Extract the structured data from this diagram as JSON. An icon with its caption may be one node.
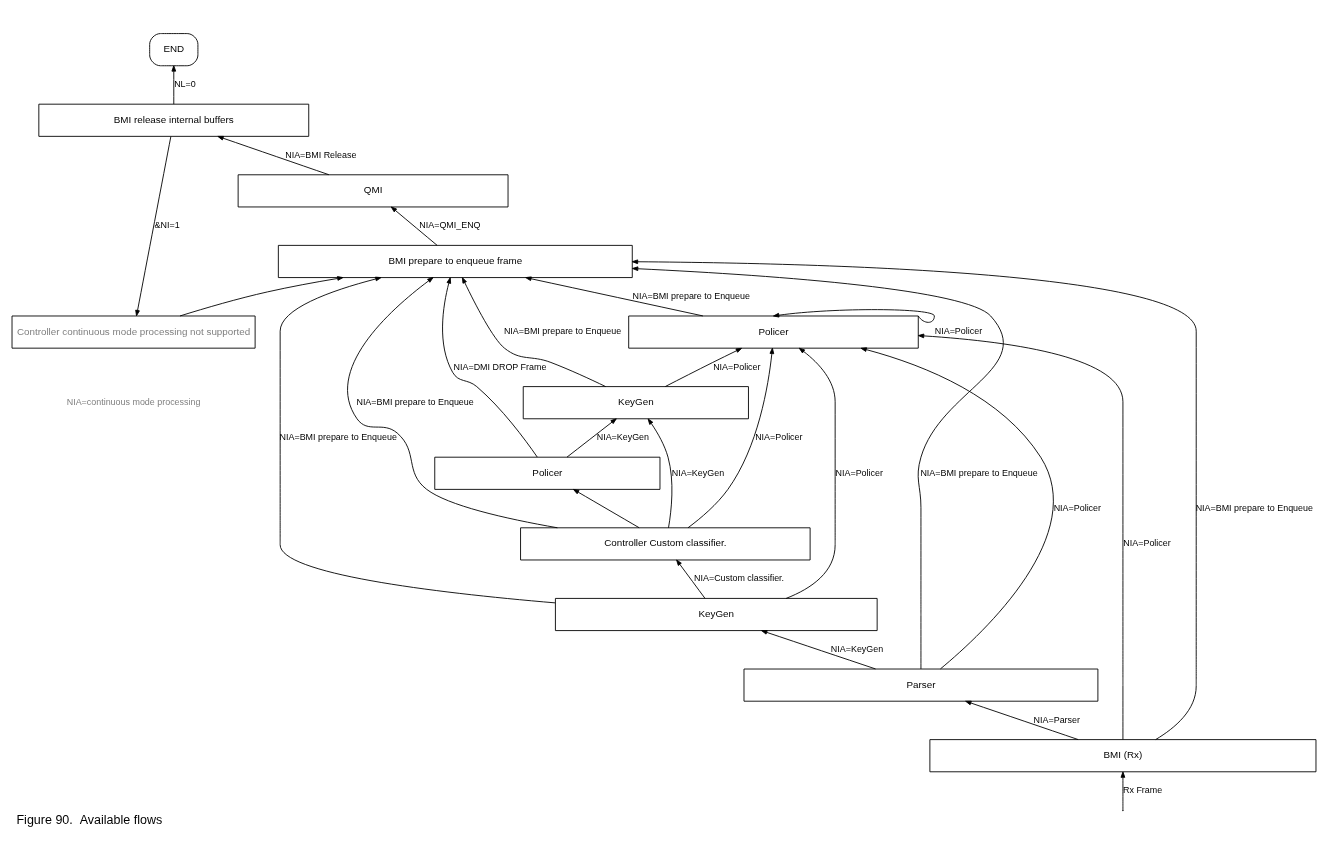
{
  "diagram": {
    "caption": "Figure 90.  Available flows",
    "nodes": [
      {
        "text": [
          "Controller continuous mode processing not supported"
        ]
      },
      {
        "text": [
          "END"
        ]
      },
      {
        "text": [
          "BMI release internal buffers"
        ]
      },
      {
        "text": [
          "QMI"
        ]
      },
      {
        "text": [
          "BMI prepare to enqueue frame"
        ]
      },
      {
        "text": [
          "Policer"
        ]
      },
      {
        "text": [
          "KeyGen"
        ]
      },
      {
        "text": [
          "Policer"
        ]
      },
      {
        "text": [
          "Controller Custom classifier."
        ]
      },
      {
        "text": [
          "KeyGen"
        ]
      },
      {
        "text": [
          "Parser"
        ]
      },
      {
        "text": [
          "BMI (Rx)"
        ]
      }
    ],
    "edges": [
      {
        "from": null,
        "to": 11,
        "arrow": "to",
        "label": "Rx Frame"
      },
      {
        "from": 11,
        "to": 10,
        "arrow": "to",
        "label": "NIA=Parser"
      },
      {
        "from": 11,
        "to": 4,
        "arrow": "to",
        "label": "NIA=BMI prepare to Enqueue"
      },
      {
        "from": 11,
        "to": 5,
        "arrow": "to",
        "label": "NIA=Policer"
      },
      {
        "from": 10,
        "to": 9,
        "arrow": "to",
        "label": "NIA=KeyGen"
      },
      {
        "from": 10,
        "to": 4,
        "arrow": "to",
        "label": "NIA=BMI prepare to Enqueue"
      },
      {
        "from": 10,
        "to": 5,
        "arrow": "to",
        "label": "NIA=Policer"
      },
      {
        "from": 9,
        "to": 8,
        "arrow": "to",
        "label": "NIA=Custom classifier."
      },
      {
        "from": 9,
        "to": 4,
        "arrow": "to",
        "label": "NIA=BMI prepare to Enqueue"
      },
      {
        "from": 9,
        "to": 5,
        "arrow": "to",
        "label": "NIA=Policer"
      },
      {
        "from": 8,
        "to": 6,
        "arrow": "to",
        "label": "NIA=KeyGen"
      },
      {
        "from": 8,
        "to": 4,
        "arrow": "to",
        "label": "NIA=BMI prepare to Enqueue"
      },
      {
        "from": 8,
        "to": 5,
        "arrow": "to",
        "label": "NIA=Policer"
      },
      {
        "from": 8,
        "to": 7,
        "arrow": "to"
      },
      {
        "from": 7,
        "to": 4,
        "arrow": "to",
        "label": "NIA=DMI DROP Frame"
      },
      {
        "from": 7,
        "to": 6,
        "arrow": "to",
        "label": "NIA=KeyGen"
      },
      {
        "from": 6,
        "to": 4,
        "arrow": "to",
        "label": "NIA=BMI prepare to Enqueue"
      },
      {
        "from": 6,
        "to": 5,
        "arrow": "to",
        "label": "NIA=Policer"
      },
      {
        "from": 5,
        "to": 4,
        "arrow": "to",
        "label": "NIA=BMI prepare to Enqueue"
      },
      {
        "from": 5,
        "to": 5,
        "arrow": "to",
        "label": "NIA=Policer"
      },
      {
        "from": 4,
        "to": 3,
        "arrow": "to",
        "label": "NIA=QMI_ENQ"
      },
      {
        "from": 3,
        "to": 2,
        "arrow": "to",
        "label": "NIA=BMI Release"
      },
      {
        "from": 2,
        "to": 1,
        "arrow": "to",
        "label": "NL=0"
      },
      {
        "from": 2,
        "to": 0,
        "arrow": "to",
        "label": "&NI=1"
      },
      {
        "from": 0,
        "to": 4,
        "arrow": "to"
      }
    ],
    "labels": [
      "NIA=continuous mode processing"
    ]
  }
}
